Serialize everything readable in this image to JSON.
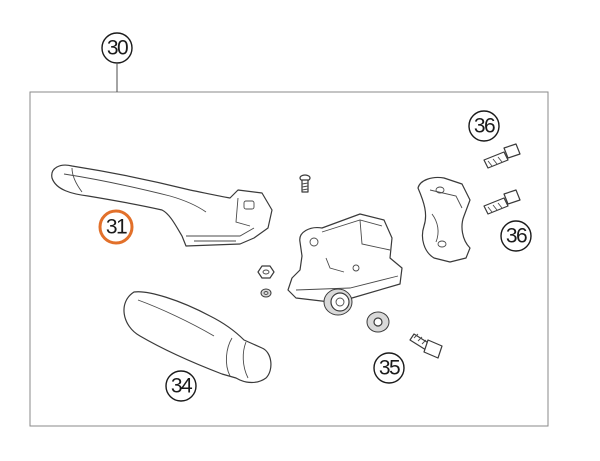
{
  "diagram": {
    "colors": {
      "background": "#ffffff",
      "line": "#3a3a3a",
      "highlight": "#e2702a"
    },
    "callouts": [
      {
        "id": "c30",
        "label": "30",
        "highlighted": false
      },
      {
        "id": "c31",
        "label": "31",
        "highlighted": true
      },
      {
        "id": "c34",
        "label": "34",
        "highlighted": false
      },
      {
        "id": "c35",
        "label": "35",
        "highlighted": false
      },
      {
        "id": "c36a",
        "label": "36",
        "highlighted": false
      },
      {
        "id": "c36b",
        "label": "36",
        "highlighted": false
      }
    ]
  }
}
